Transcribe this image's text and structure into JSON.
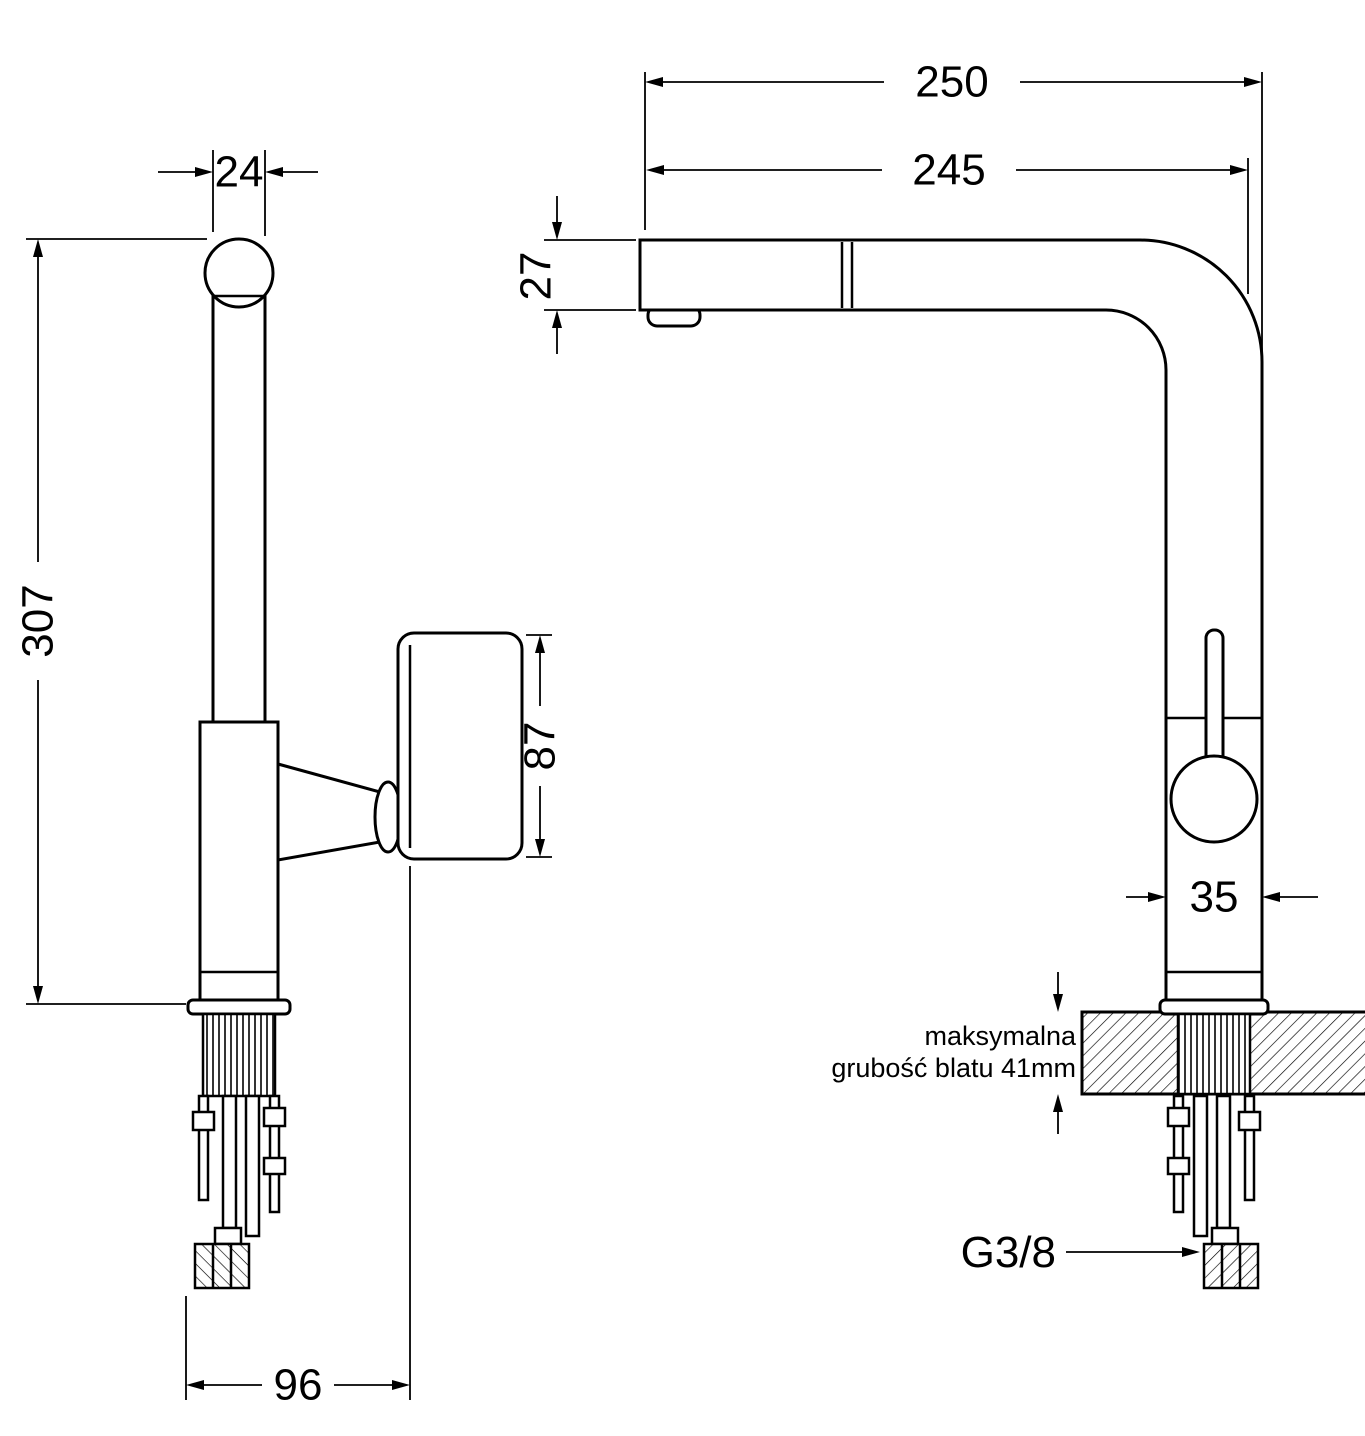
{
  "drawing": {
    "labels": {
      "dim_24": "24",
      "dim_307": "307",
      "dim_87": "87",
      "dim_96": "96",
      "dim_250": "250",
      "dim_245": "245",
      "dim_27": "27",
      "dim_35": "35",
      "thread_label": "G3/8",
      "countertop_note_line1": "maksymalna",
      "countertop_note_line2": "grubość blatu 41mm"
    },
    "colors": {
      "line": "#000000",
      "background": "#ffffff"
    }
  }
}
